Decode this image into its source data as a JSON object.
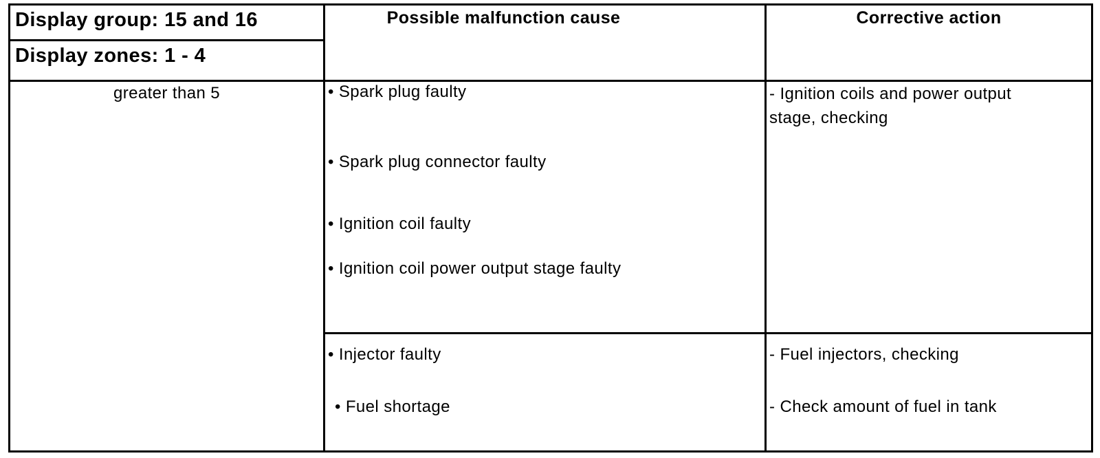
{
  "document": {
    "table": {
      "header": {
        "display_group": "Display group: 15 and 16",
        "display_zones": "Display zones: 1 - 4",
        "malfunction_column": "Possible malfunction cause",
        "corrective_column": "Corrective action"
      },
      "body": {
        "display_value": "greater than 5",
        "rows": [
          {
            "causes": [
              "• Spark plug faulty",
              "• Spark plug connector faulty",
              "• Ignition coil faulty",
              "• Ignition coil power output stage faulty"
            ],
            "actions": [
              "- Ignition coils and power output stage, checking"
            ]
          },
          {
            "causes": [
              "• Injector faulty",
              "• Fuel shortage"
            ],
            "actions": [
              "- Fuel injectors, checking",
              "- Check amount of fuel in tank"
            ]
          }
        ]
      }
    },
    "colors": {
      "border": "#000000",
      "text": "#000000",
      "background": "#ffffff"
    }
  }
}
